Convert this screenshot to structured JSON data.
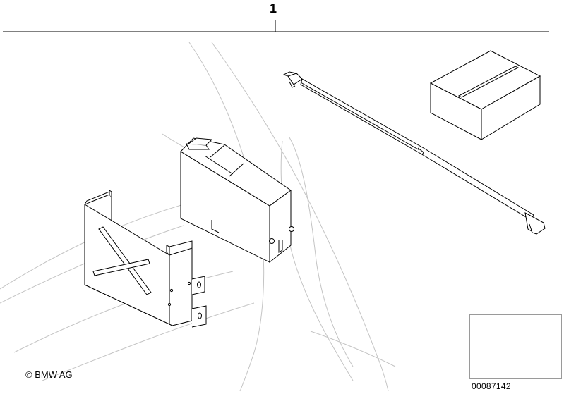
{
  "diagram": {
    "part_number": "1",
    "copyright": "© BMW AG",
    "image_id": "00087142"
  },
  "colors": {
    "line": "#000000",
    "ghost_line": "#bdbdbd",
    "thumb_border": "#9a9a9a"
  },
  "icons": {
    "thumbnail": "car-thumbnail-icon"
  }
}
